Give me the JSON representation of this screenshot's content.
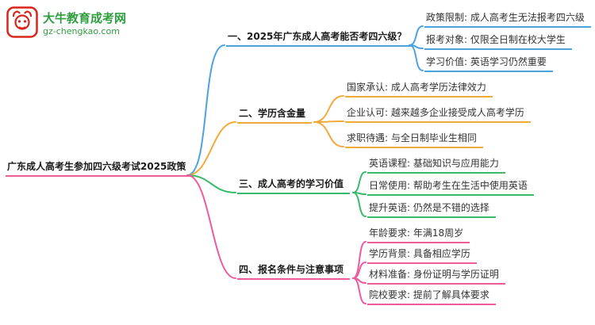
{
  "logo": {
    "title": "大牛教育成考网",
    "domain": "gz-chengkao.com"
  },
  "root": {
    "label": "广东成人高考生参加四六级考试2025政策"
  },
  "branches": [
    {
      "label": "一、2025年广东成人高考能否考四六级？",
      "color": "#4ba3e3",
      "children": [
        "政策限制: 成人高考生无法报考四六级",
        "报考对象: 仅限全日制在校大学生",
        "学习价值: 英语学习仍然重要"
      ]
    },
    {
      "label": "二、学历含金量",
      "color": "#f2a93b",
      "children": [
        "国家承认: 成人高考学历法律效力",
        "企业认可: 越来越多企业接受成人高考学历",
        "求职待遇: 与全日制毕业生相同"
      ]
    },
    {
      "label": "三、成人高考的学习价值",
      "color": "#3cb96d",
      "children": [
        "英语课程: 基础知识与应用能力",
        "日常使用: 帮助考生在生活中使用英语",
        "提升英语: 仍然是不错的选择"
      ]
    },
    {
      "label": "四、报名条件与注意事项",
      "color": "#ef5a9d",
      "children": [
        "年龄要求: 年满18周岁",
        "学历背景: 具备相应学历",
        "材料准备: 身份证明与学历证明",
        "院校要求: 提前了解具体要求"
      ]
    }
  ],
  "colors": {
    "branch_blue": "#4ba3e3",
    "branch_orange": "#f2a93b",
    "branch_green": "#3cb96d",
    "branch_pink": "#ef5a9d",
    "logo_red": "#d9251c",
    "logo_green": "#2f9e3f"
  }
}
